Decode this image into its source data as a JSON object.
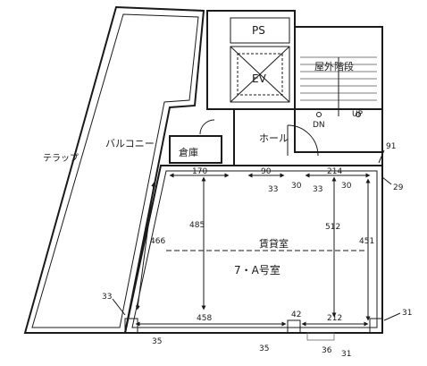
{
  "labels": {
    "ps": "PS",
    "ev": "EV",
    "stairs": "屋外階段",
    "dn": "DN",
    "up": "UP",
    "balcony": "バルコニー",
    "terrace": "テラップ",
    "hall": "ホール",
    "storage": "倉庫",
    "room_type": "賃貸室",
    "room_name": "7・A号室"
  },
  "dimensions": {
    "d170": "170",
    "d90": "90",
    "d214": "214",
    "d91": "91",
    "d29": "29",
    "d33a": "33",
    "d30a": "30",
    "d33b": "33",
    "d30b": "30",
    "d466": "466",
    "d485": "485",
    "d512": "512",
    "d451": "451",
    "d458": "458",
    "d42": "42",
    "d212": "212",
    "d33c": "33",
    "d35a": "35",
    "d35b": "35",
    "d36": "36",
    "d31a": "31",
    "d31b": "31"
  }
}
